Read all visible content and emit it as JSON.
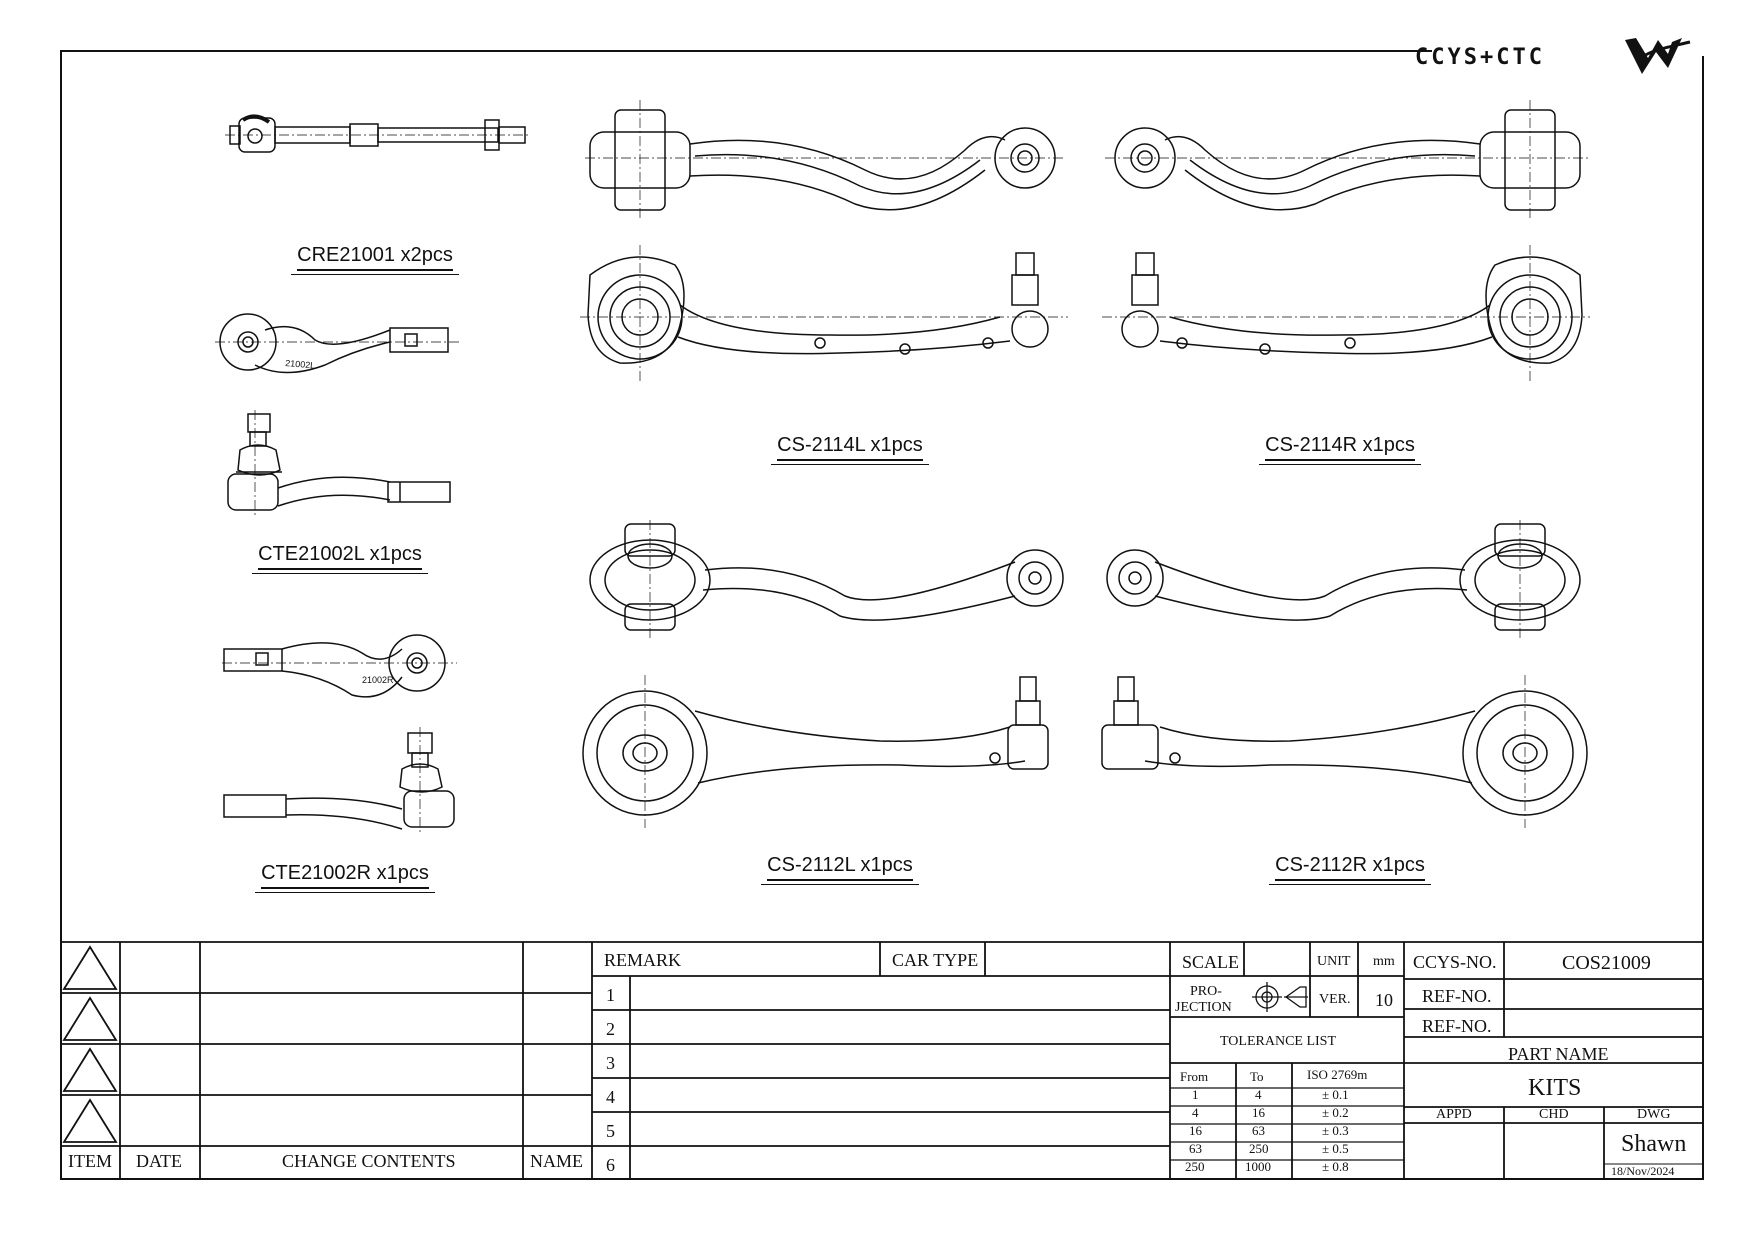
{
  "brand": {
    "logo_text": "CCYS+CTC"
  },
  "parts": [
    {
      "label": "CRE21001 x2pcs"
    },
    {
      "label": "CTE21002L x1pcs",
      "mark": "21002L"
    },
    {
      "label": "CTE21002R x1pcs",
      "mark": "21002R"
    },
    {
      "label": "CS-2114L x1pcs"
    },
    {
      "label": "CS-2114R x1pcs"
    },
    {
      "label": "CS-2112L x1pcs"
    },
    {
      "label": "CS-2112R x1pcs"
    }
  ],
  "revision": {
    "headers": [
      "ITEM",
      "DATE",
      "CHANGE CONTENTS",
      "NAME"
    ]
  },
  "remark": {
    "remark_label": "REMARK",
    "car_type_label": "CAR TYPE",
    "rows": [
      "1",
      "2",
      "3",
      "4",
      "5",
      "6"
    ]
  },
  "spec": {
    "scale_label": "SCALE",
    "unit_label": "UNIT",
    "unit_value": "mm",
    "projection_label_1": "PRO-",
    "projection_label_2": "JECTION",
    "ver_label": "VER.",
    "ver_value": "10",
    "tolerance_title": "TOLERANCE LIST",
    "tolerance_headers": [
      "From",
      "To",
      "ISO 2769m"
    ],
    "tolerance_rows": [
      [
        "1",
        "4",
        "± 0.1"
      ],
      [
        "4",
        "16",
        "± 0.2"
      ],
      [
        "16",
        "63",
        "± 0.3"
      ],
      [
        "63",
        "250",
        "± 0.5"
      ],
      [
        "250",
        "1000",
        "± 0.8"
      ]
    ]
  },
  "title_block": {
    "ccys_no_label": "CCYS-NO.",
    "ccys_no_value": "COS21009",
    "ref_no_label_1": "REF-NO.",
    "ref_no_label_2": "REF-NO.",
    "part_name_label": "PART NAME",
    "part_name_value": "KITS",
    "appd_label": "APPD",
    "chd_label": "CHD",
    "dwg_label": "DWG",
    "drawn_by": "Shawn",
    "date": "18/Nov/2024"
  }
}
